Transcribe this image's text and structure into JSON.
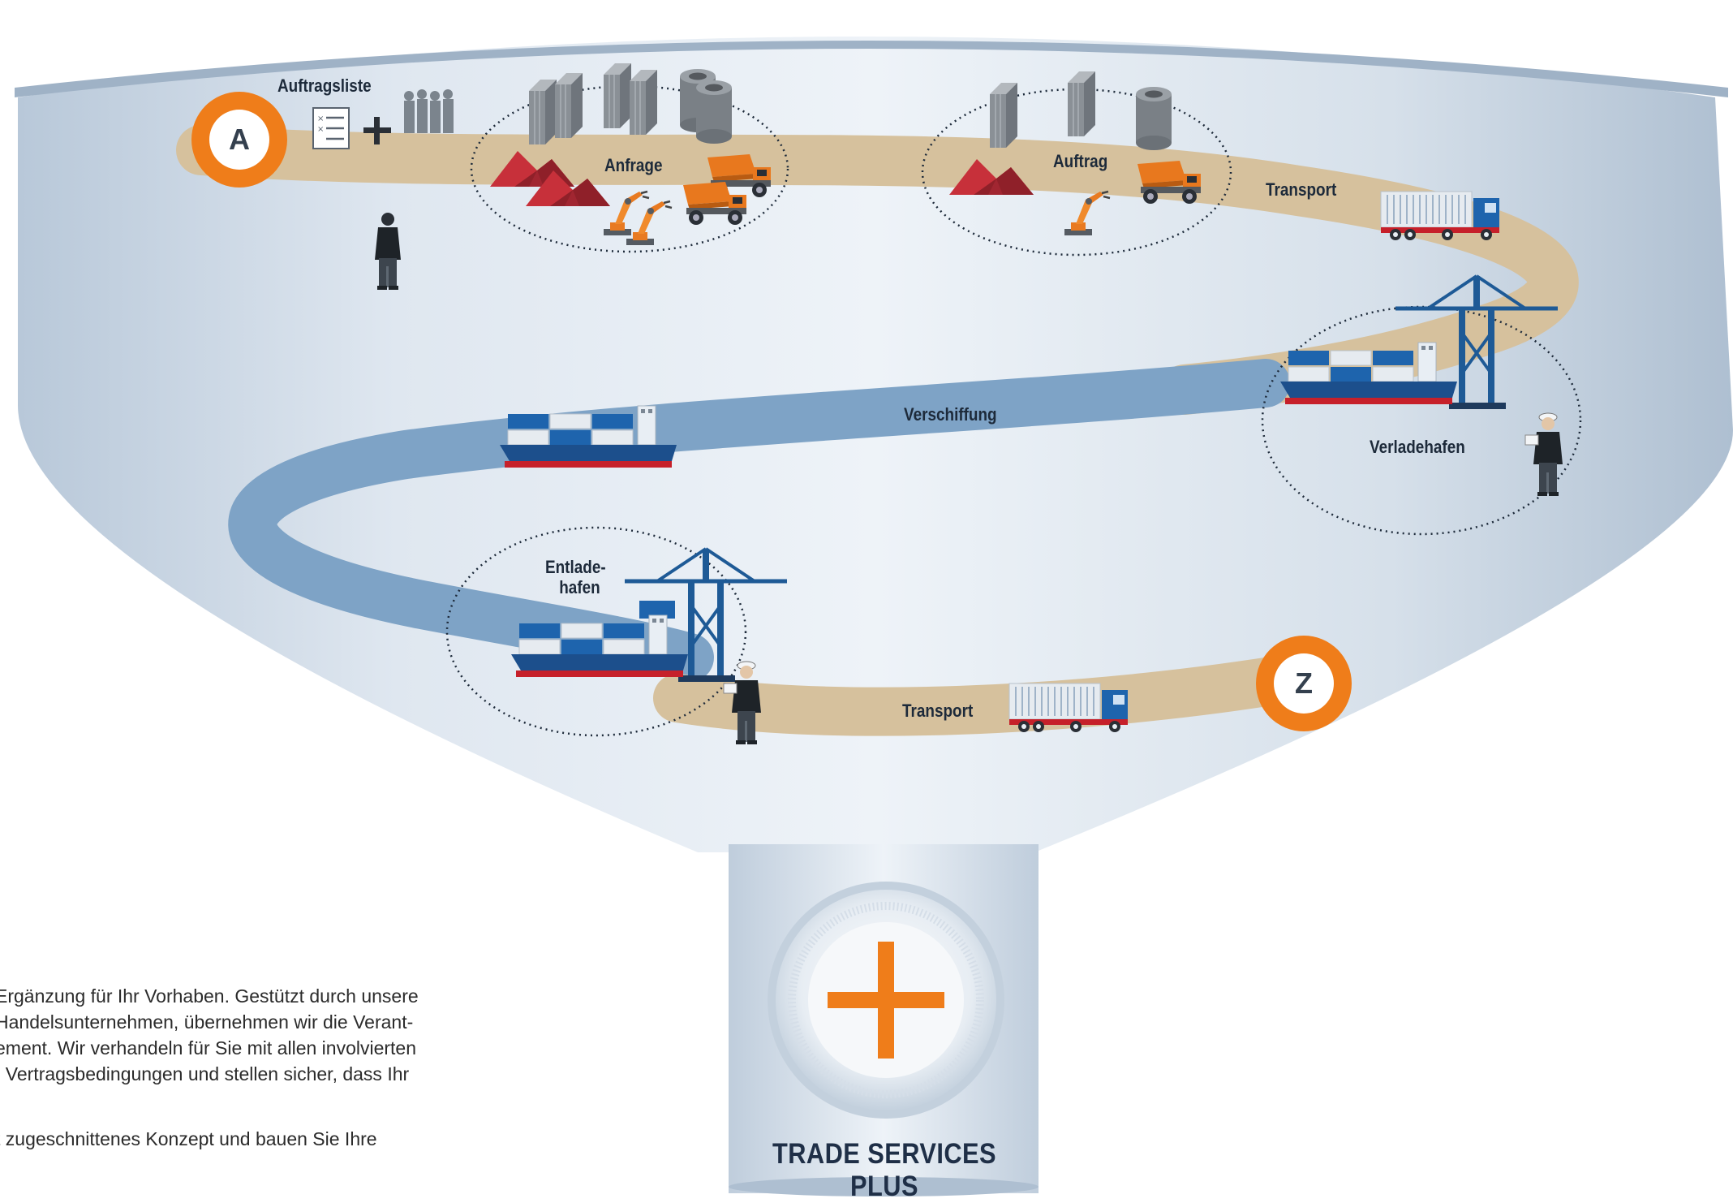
{
  "labels": {
    "auftragsliste": "Auftragsliste",
    "anfrage": "Anfrage",
    "auftrag": "Auftrag",
    "transport_top": "Transport",
    "verschiffung": "Verschiffung",
    "verladehafen": "Verladehafen",
    "entladehafen_line1": "Entlade-",
    "entladehafen_line2": "hafen",
    "transport_bottom": "Transport"
  },
  "markers": {
    "start": "A",
    "end": "Z"
  },
  "brand": {
    "name": "TRADE SERVICES PLUS"
  },
  "body_text": {
    "line1": "Ergänzung für Ihr Vorhaben. Gestützt durch unsere",
    "line2": "Handelsunternehmen, übernehmen wir die Verant-",
    "line3": "ement. Wir verhandeln für Sie mit allen involvierten",
    "line4": ". Vertragsbedingungen und stellen sicher, dass Ihr",
    "line5": "t zugeschnittenes Konzept und bauen Sie Ihre"
  },
  "colors": {
    "accent_orange": "#ef7d1a",
    "road_beige": "#d6c19d",
    "water_blue": "#7ea3c6",
    "funnel_blue": "#c9d6e4",
    "navy": "#1f2f47"
  },
  "icons": {
    "order_list": "checklist-icon",
    "plus": "plus-icon",
    "team": "people-group-icon",
    "ship": "container-ship-icon",
    "truck": "container-truck-icon",
    "dump_truck": "dump-truck-icon",
    "crane": "port-crane-icon",
    "robot": "industrial-robot-icon",
    "steel": "steel-profile-icon",
    "pipe": "pipe-icon",
    "mound": "raw-material-pile-icon",
    "person": "person-icon",
    "officer": "port-officer-icon"
  }
}
